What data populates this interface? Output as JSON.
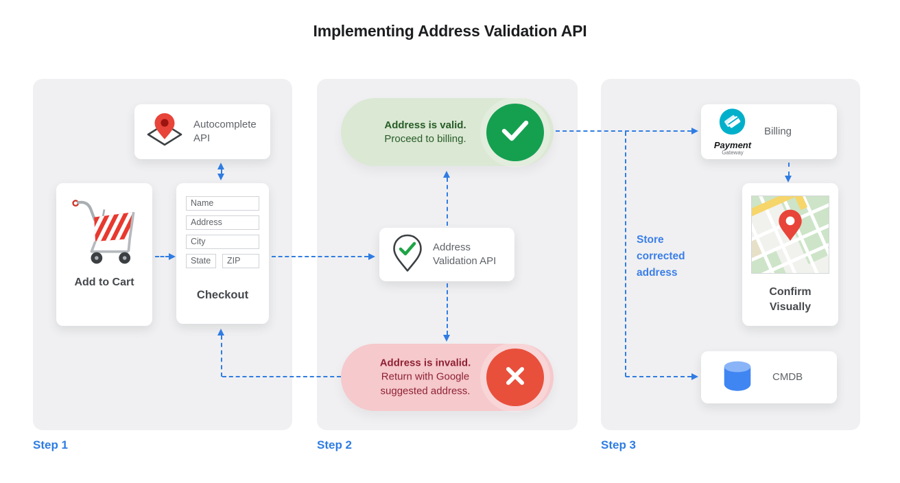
{
  "title": "Implementing Address Validation API",
  "steps": {
    "step1": "Step 1",
    "step2": "Step 2",
    "step3": "Step 3"
  },
  "step1": {
    "autocomplete": {
      "label": "Autocomplete API"
    },
    "add_to_cart": {
      "label": "Add to Cart"
    },
    "checkout": {
      "label": "Checkout",
      "fields": [
        "Name",
        "Address",
        "City",
        "State",
        "ZIP"
      ]
    }
  },
  "step2": {
    "valid": {
      "title": "Address is valid.",
      "subtitle": "Proceed to billing."
    },
    "validation_api": {
      "label": "Address Validation API"
    },
    "invalid": {
      "title": "Address is invalid.",
      "subtitle": "Return with Google suggested address."
    }
  },
  "step3": {
    "billing": {
      "label": "Billing",
      "logo_title": "Payment",
      "logo_subtitle": "Gateway"
    },
    "confirm": {
      "label": "Confirm Visually"
    },
    "cmdb": {
      "label": "CMDB"
    },
    "note": "Store corrected address"
  },
  "colors": {
    "arrow_blue": "#2f7ce2",
    "step_label_blue": "#2e7ce2",
    "valid_circle_green": "#15a050",
    "valid_pill_bg": "#dbe8d4",
    "valid_text": "#265c26",
    "invalid_circle_red": "#e8503c",
    "invalid_pill_bg": "#f6c9cc",
    "invalid_text": "#8e2133",
    "panel_bg": "#f0f0f2",
    "pin_red": "#e8443a",
    "db_blue": "#3f86f2",
    "payment_teal": "#00b0cb"
  }
}
